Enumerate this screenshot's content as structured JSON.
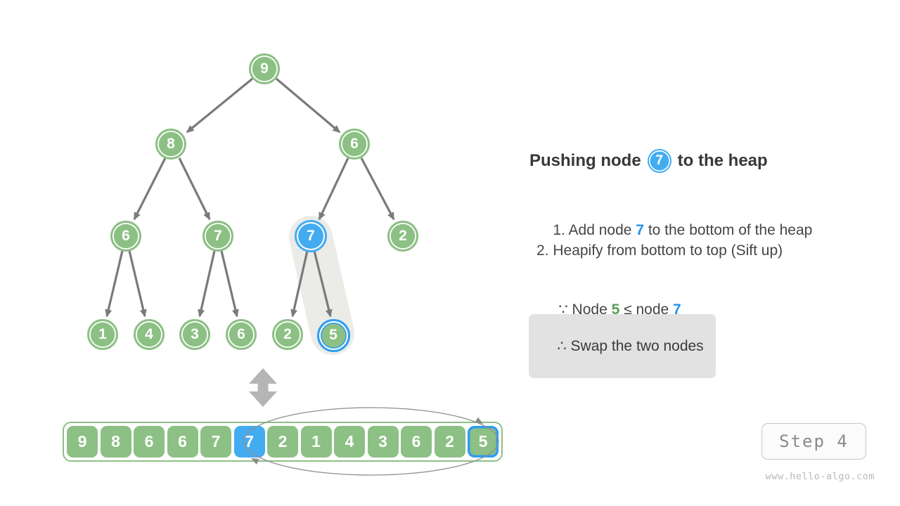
{
  "colors": {
    "node_green": "#8CC084",
    "node_blue": "#43ACF1",
    "highlight_ring_blue": "#2E9DF0",
    "text_blue": "#2492EC",
    "text_green": "#56A156",
    "arrow_gray": "#7A7A7A",
    "capsule_gray": "#EBEBE8"
  },
  "tree": {
    "nodes": [
      {
        "v": "9",
        "h": "none"
      },
      {
        "v": "8",
        "h": "none"
      },
      {
        "v": "6",
        "h": "none"
      },
      {
        "v": "6",
        "h": "none"
      },
      {
        "v": "7",
        "h": "none"
      },
      {
        "v": "7",
        "h": "blue-fill"
      },
      {
        "v": "2",
        "h": "none"
      },
      {
        "v": "1",
        "h": "none"
      },
      {
        "v": "4",
        "h": "none"
      },
      {
        "v": "3",
        "h": "none"
      },
      {
        "v": "6",
        "h": "none"
      },
      {
        "v": "2",
        "h": "none"
      },
      {
        "v": "5",
        "h": "blue-ring"
      }
    ]
  },
  "array": {
    "cells": [
      "9",
      "8",
      "6",
      "6",
      "7",
      "7",
      "2",
      "1",
      "4",
      "3",
      "6",
      "2",
      "5"
    ],
    "blue_fill_index": 5,
    "blue_ring_index": 12
  },
  "panel": {
    "title_prefix": "Pushing node",
    "title_badge": "7",
    "title_suffix": "to the heap",
    "step1_pre": "1. Add node ",
    "step1_em": "7",
    "step1_post": " to the bottom of the heap",
    "step2": "2. Heapify from bottom to top (Sift up)",
    "because_sym": "∵",
    "because_pre": " Node ",
    "because_green": "5",
    "because_mid": " ≤ node ",
    "because_blue": "7",
    "therefore_sym": "∴",
    "therefore_text": " Swap the two nodes"
  },
  "footer": {
    "step_label": "Step 4",
    "site": "www.hello-algo.com"
  }
}
